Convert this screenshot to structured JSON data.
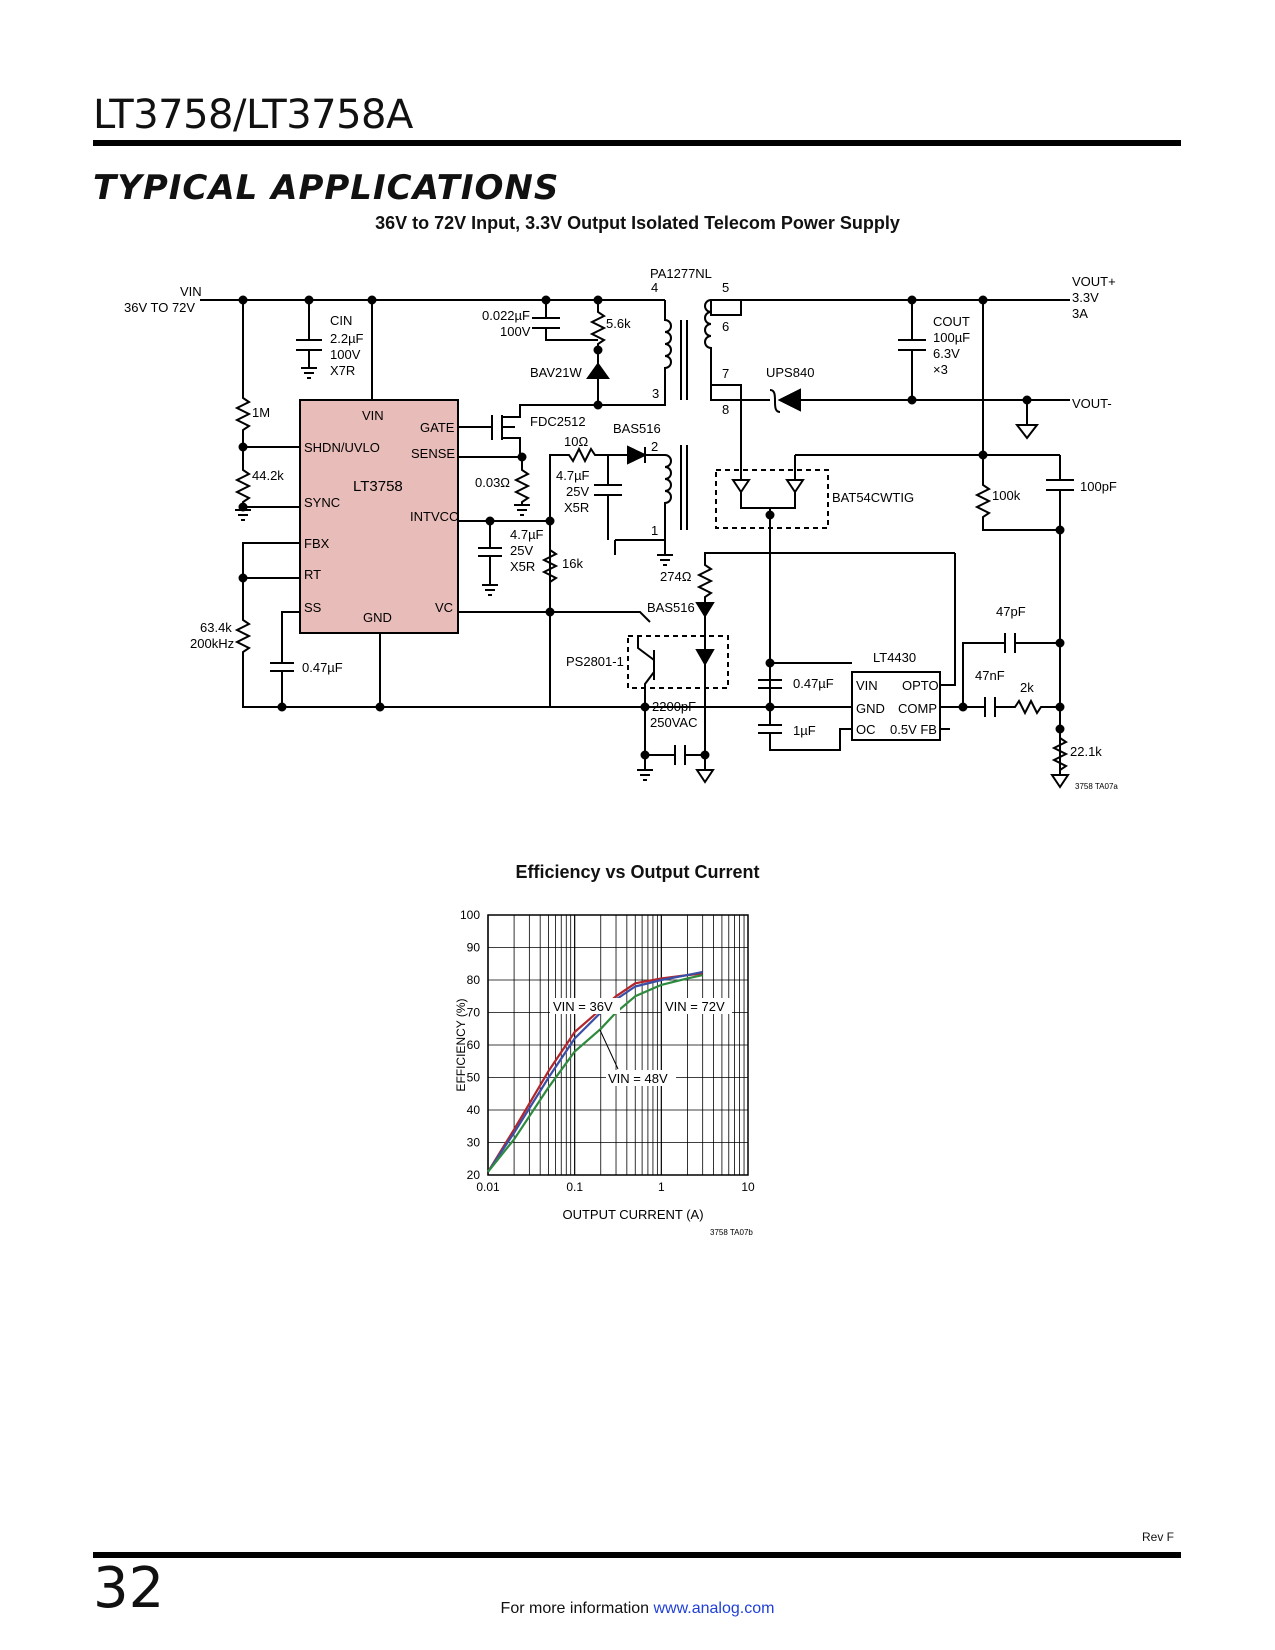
{
  "header": {
    "part": "LT3758/LT3758A",
    "section": "TYPICAL APPLICATIONS"
  },
  "schematic": {
    "title": "36V to 72V Input, 3.3V Output Isolated Telecom Power Supply",
    "vin_label": "VIN",
    "vin_range": "36V TO 72V",
    "transformer": "PA1277NL",
    "pins": [
      "4",
      "5",
      "6",
      "3",
      "7",
      "8",
      "2",
      "1"
    ],
    "cin": [
      "CIN",
      "2.2µF",
      "100V",
      "X7R"
    ],
    "snubber_cap": [
      "0.022µF",
      "100V"
    ],
    "snubber_res": "5.6k",
    "bav": "BAV21W",
    "fet": "FDC2512",
    "r_10": "10Ω",
    "bas516_top": "BAS516",
    "c_47_top": [
      "4.7µF",
      "25V",
      "X5R"
    ],
    "c_47_bot": [
      "4.7µF",
      "25V",
      "X5R"
    ],
    "r_sense": "0.03Ω",
    "r_16k": "16k",
    "r_1m": "1M",
    "r_442": "44.2k",
    "r_634": [
      "63.4k",
      "200kHz"
    ],
    "c_ss": "0.47µF",
    "ic": {
      "name": "LT3758",
      "vin": "VIN",
      "gate": "GATE",
      "shdn": "SHDN/UVLO",
      "sense": "SENSE",
      "sync": "SYNC",
      "intvcc": "INTVCC",
      "fbx": "FBX",
      "rt": "RT",
      "ss": "SS",
      "gnd": "GND",
      "vc": "VC"
    },
    "ups": "UPS840",
    "cout": [
      "COUT",
      "100µF",
      "6.3V",
      "×3"
    ],
    "vout_p": [
      "VOUT+",
      "3.3V",
      "3A"
    ],
    "vout_n": "VOUT-",
    "bat": "BAT54CWTIG",
    "r_100k": "100k",
    "c_100p": "100pF",
    "r_274": "274Ω",
    "bas516_bot": "BAS516",
    "opto": "PS2801-1",
    "c_2200": [
      "2200pF",
      "250VAC"
    ],
    "c_047b": "0.47µF",
    "c_1u": "1µF",
    "lt4430": {
      "name": "LT4430",
      "vin": "VIN",
      "opto": "OPTO",
      "gnd": "GND",
      "comp": "COMP",
      "oc": "OC",
      "fb": "0.5V FB"
    },
    "c_47p": "47pF",
    "c_47n": "47nF",
    "r_2k": "2k",
    "r_221": "22.1k",
    "code": "3758 TA07a"
  },
  "chart_data": {
    "type": "line",
    "title": "Efficiency vs Output Current",
    "xlabel": "OUTPUT CURRENT (A)",
    "ylabel": "EFFICIENCY (%)",
    "xscale": "log",
    "xlim": [
      0.01,
      10
    ],
    "ylim": [
      20,
      100
    ],
    "xticks": [
      "0.01",
      "0.1",
      "1",
      "10"
    ],
    "yticks": [
      "20",
      "30",
      "40",
      "50",
      "60",
      "70",
      "80",
      "90",
      "100"
    ],
    "grid": true,
    "series": [
      {
        "name": "VIN = 36V",
        "color": "#b3262b",
        "x": [
          0.01,
          0.02,
          0.05,
          0.1,
          0.2,
          0.3,
          0.5,
          1,
          2,
          3
        ],
        "y": [
          21,
          34,
          52,
          64,
          71,
          75,
          79,
          80.5,
          81.5,
          82
        ]
      },
      {
        "name": "VIN = 48V",
        "color": "#3a4fa6",
        "x": [
          0.01,
          0.02,
          0.05,
          0.1,
          0.2,
          0.3,
          0.5,
          1,
          2,
          3
        ],
        "y": [
          21,
          33,
          50,
          62,
          70,
          74,
          78,
          80,
          81.5,
          82.5
        ]
      },
      {
        "name": "VIN = 72V",
        "color": "#2e8a3e",
        "x": [
          0.01,
          0.02,
          0.05,
          0.1,
          0.2,
          0.3,
          0.5,
          1,
          2,
          3
        ],
        "y": [
          21,
          31,
          47,
          58,
          65,
          70,
          75,
          78.5,
          80.5,
          81.5
        ]
      }
    ],
    "annotations": [
      "VIN = 36V",
      "VIN = 72V",
      "VIN = 48V"
    ],
    "code": "3758 TA07b"
  },
  "footer": {
    "rev": "Rev F",
    "page": "32",
    "info": "For more information",
    "link": "www.analog.com"
  }
}
